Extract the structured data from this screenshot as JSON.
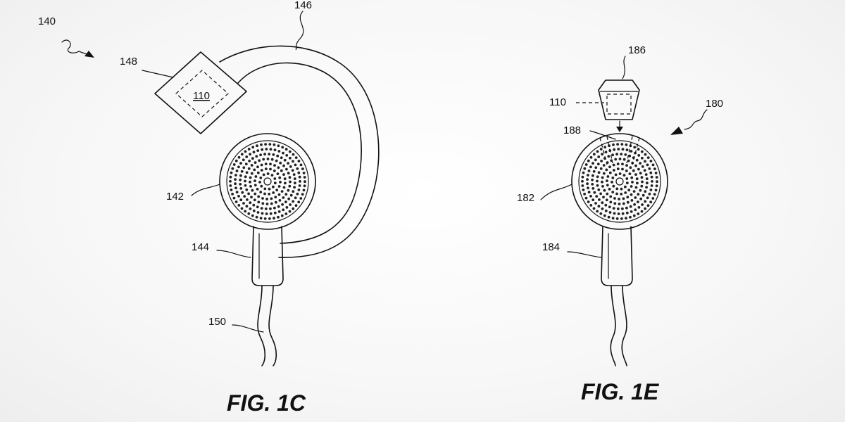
{
  "figures": [
    {
      "id": "fig-1c",
      "caption": "FIG. 1C",
      "labels": {
        "assembly": "140",
        "ear_hook": "146",
        "housing": "148",
        "module": "110",
        "earbud": "142",
        "stem": "144",
        "cable": "150"
      }
    },
    {
      "id": "fig-1e",
      "caption": "FIG. 1E",
      "labels": {
        "cap": "186",
        "module": "110",
        "assembly": "180",
        "port": "188",
        "earbud": "182",
        "stem": "184"
      }
    }
  ]
}
